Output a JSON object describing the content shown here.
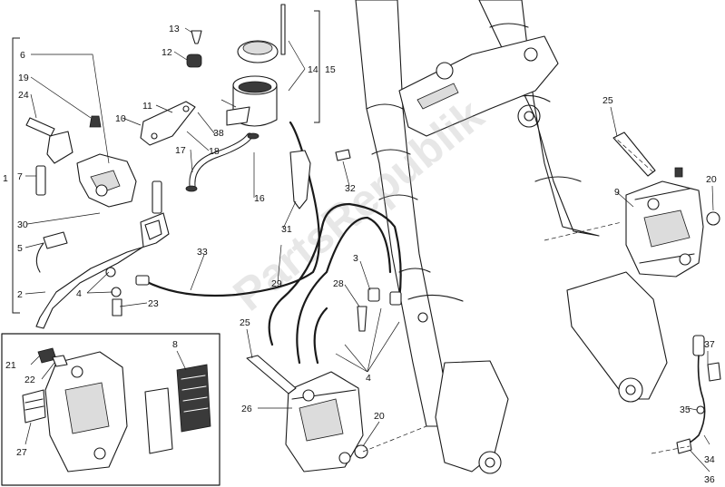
{
  "watermark": "PartsRepublik",
  "callouts": [
    {
      "id": "1",
      "text": "1"
    },
    {
      "id": "2",
      "text": "2"
    },
    {
      "id": "3",
      "text": "3"
    },
    {
      "id": "4a",
      "text": "4"
    },
    {
      "id": "4b",
      "text": "4"
    },
    {
      "id": "5",
      "text": "5"
    },
    {
      "id": "6",
      "text": "6"
    },
    {
      "id": "7",
      "text": "7"
    },
    {
      "id": "8",
      "text": "8"
    },
    {
      "id": "9",
      "text": "9"
    },
    {
      "id": "10",
      "text": "10"
    },
    {
      "id": "11",
      "text": "11"
    },
    {
      "id": "12",
      "text": "12"
    },
    {
      "id": "13",
      "text": "13"
    },
    {
      "id": "14",
      "text": "14"
    },
    {
      "id": "15",
      "text": "15"
    },
    {
      "id": "16",
      "text": "16"
    },
    {
      "id": "17",
      "text": "17"
    },
    {
      "id": "18",
      "text": "18"
    },
    {
      "id": "19",
      "text": "19"
    },
    {
      "id": "20a",
      "text": "20"
    },
    {
      "id": "20b",
      "text": "20"
    },
    {
      "id": "21",
      "text": "21"
    },
    {
      "id": "22",
      "text": "22"
    },
    {
      "id": "23",
      "text": "23"
    },
    {
      "id": "24",
      "text": "24"
    },
    {
      "id": "25a",
      "text": "25"
    },
    {
      "id": "25b",
      "text": "25"
    },
    {
      "id": "26",
      "text": "26"
    },
    {
      "id": "27",
      "text": "27"
    },
    {
      "id": "28",
      "text": "28"
    },
    {
      "id": "29",
      "text": "29"
    },
    {
      "id": "30",
      "text": "30"
    },
    {
      "id": "31",
      "text": "31"
    },
    {
      "id": "32",
      "text": "32"
    },
    {
      "id": "33",
      "text": "33"
    },
    {
      "id": "34",
      "text": "34"
    },
    {
      "id": "35",
      "text": "35"
    },
    {
      "id": "36",
      "text": "36"
    },
    {
      "id": "37",
      "text": "37"
    },
    {
      "id": "38",
      "text": "38"
    }
  ]
}
